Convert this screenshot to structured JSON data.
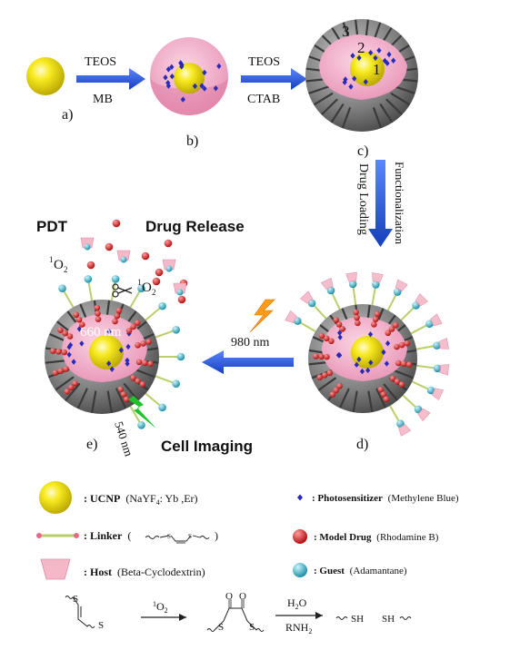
{
  "steps": {
    "a": "a)",
    "b": "b)",
    "c": "c)",
    "d": "d)",
    "e": "e)",
    "arrow1_top": "TEOS",
    "arrow1_bottom": "MB",
    "arrow2_top": "TEOS",
    "arrow2_bottom": "CTAB",
    "arrow3_left": "Drug Loading",
    "arrow3_right": "Functionalization",
    "arrow4": "980 nm"
  },
  "layers": {
    "l1": "1",
    "l2": "2",
    "l3": "3"
  },
  "annotations": {
    "pdt": "PDT",
    "drug_release": "Drug Release",
    "singlet_oxygen_a_sup": "1",
    "singlet_oxygen_a": "O",
    "singlet_oxygen_a_sub": "2",
    "singlet_oxygen_b_sup": "1",
    "singlet_oxygen_b": "O",
    "singlet_oxygen_b_sub": "2",
    "emission_660": "660 nm",
    "emission_540": "540 nm",
    "cell_imaging": "Cell Imaging"
  },
  "legend": {
    "ucnp_bold": ": UCNP",
    "ucnp_rest_a": "(NaYF",
    "ucnp_sub": "4",
    "ucnp_rest_b": ": Yb ,Er)",
    "photosensitizer_bold": ": Photosensitizer",
    "photosensitizer_rest": "(Methylene Blue)",
    "linker_bold": ": Linker",
    "linker_open": "(",
    "linker_close": ")",
    "model_drug_bold": ": Model Drug",
    "model_drug_rest": "(Rhodamine B)",
    "host_bold": ": Host",
    "host_rest": "(Beta-Cyclodextrin)",
    "guest_bold": ": Guest",
    "guest_rest": "(Adamantane)"
  },
  "reaction": {
    "s1": "S",
    "s2": "S",
    "over_arrow_sup": "1",
    "over_arrow": "O",
    "over_arrow_sub": "2",
    "o1": "O",
    "o2": "O",
    "s3": "S",
    "s4": "S",
    "water": "H",
    "water_sub": "2",
    "water_o": "O",
    "amine": "RNH",
    "amine_sub": "2",
    "sh1": "SH",
    "sh2": "SH"
  },
  "colors": {
    "ucnp": "#f2e100",
    "silica": "#7a7a7a",
    "pink": "#f0a5c4",
    "diamond": "#2a2ab8",
    "drug": "#d92020",
    "guest": "#2fb5c8",
    "arrow": "#1f52d6",
    "host": "#f4b8c8",
    "flash": "#ff9a1a",
    "beam": "#22c22e"
  }
}
